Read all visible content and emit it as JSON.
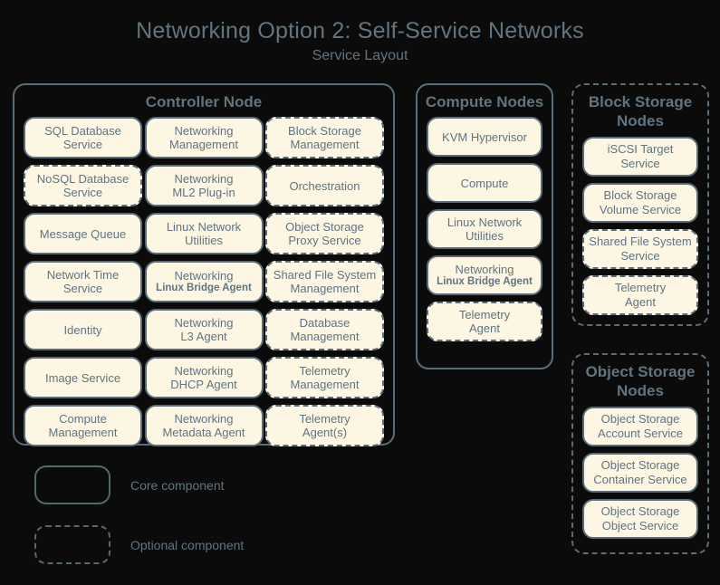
{
  "header": {
    "title": "Networking Option 2: Self-Service Networks",
    "subtitle": "Service Layout"
  },
  "groups": [
    {
      "id": "controller-node",
      "title": "Controller Node",
      "container_style": "solid",
      "services": [
        {
          "l1": "SQL Database",
          "l2": "Service",
          "style": "solid"
        },
        {
          "l1": "Networking",
          "l2": "Management",
          "style": "solid"
        },
        {
          "l1": "Block Storage",
          "l2": "Management",
          "style": "dashed"
        },
        {
          "l1": "NoSQL Database",
          "l2": "Service",
          "style": "dashed"
        },
        {
          "l1": "Networking",
          "l2": "ML2 Plug-in",
          "style": "solid"
        },
        {
          "l1": "Orchestration",
          "l2": "",
          "style": "dashed"
        },
        {
          "l1": "Message Queue",
          "l2": "",
          "style": "solid"
        },
        {
          "l1": "Linux Network",
          "l2": "Utilities",
          "style": "solid"
        },
        {
          "l1": "Object Storage",
          "l2": "Proxy Service",
          "style": "dashed"
        },
        {
          "l1": "Network Time",
          "l2": "Service",
          "style": "solid"
        },
        {
          "l1": "Networking",
          "l2": "Linux Bridge Agent",
          "l2_small": true,
          "style": "solid"
        },
        {
          "l1": "Shared File System",
          "l2": "Management",
          "style": "dashed"
        },
        {
          "l1": "Identity",
          "l2": "",
          "style": "solid"
        },
        {
          "l1": "Networking",
          "l2": "L3 Agent",
          "style": "solid"
        },
        {
          "l1": "Database",
          "l2": "Management",
          "style": "dashed"
        },
        {
          "l1": "Image Service",
          "l2": "",
          "style": "solid"
        },
        {
          "l1": "Networking",
          "l2": "DHCP Agent",
          "style": "solid"
        },
        {
          "l1": "Telemetry",
          "l2": "Management",
          "style": "dashed"
        },
        {
          "l1": "Compute",
          "l2": "Management",
          "style": "solid"
        },
        {
          "l1": "Networking",
          "l2": "Metadata Agent",
          "style": "solid"
        },
        {
          "l1": "Telemetry",
          "l2": "Agent(s)",
          "style": "dashed"
        }
      ]
    },
    {
      "id": "compute-nodes",
      "title": "Compute Nodes",
      "container_style": "solid",
      "services": [
        {
          "l1": "KVM Hypervisor",
          "l2": "",
          "style": "solid"
        },
        {
          "l1": "Compute",
          "l2": "",
          "style": "solid"
        },
        {
          "l1": "Linux Network",
          "l2": "Utilities",
          "style": "solid"
        },
        {
          "l1": "Networking",
          "l2": "Linux Bridge Agent",
          "l2_small": true,
          "style": "solid"
        },
        {
          "l1": "Telemetry",
          "l2": "Agent",
          "style": "dashed"
        }
      ]
    },
    {
      "id": "block-storage-nodes",
      "title": "Block Storage Nodes",
      "container_style": "dashed",
      "services": [
        {
          "l1": "iSCSI Target",
          "l2": "Service",
          "style": "solid"
        },
        {
          "l1": "Block Storage",
          "l2": "Volume Service",
          "style": "solid"
        },
        {
          "l1": "Shared File System",
          "l2": "Service",
          "style": "dashed"
        },
        {
          "l1": "Telemetry",
          "l2": "Agent",
          "style": "dashed"
        }
      ]
    },
    {
      "id": "object-storage-nodes",
      "title": "Object Storage Nodes",
      "container_style": "dashed",
      "services": [
        {
          "l1": "Object Storage",
          "l2": "Account Service",
          "style": "solid"
        },
        {
          "l1": "Object Storage",
          "l2": "Container Service",
          "style": "solid"
        },
        {
          "l1": "Object Storage",
          "l2": "Object Service",
          "style": "solid"
        }
      ]
    }
  ],
  "legend": [
    {
      "label": "Core component",
      "style": "solid"
    },
    {
      "label": "Optional component",
      "style": "dashed"
    }
  ],
  "colors": {
    "background": "#0b0b0b",
    "box_fill": "#fdf6e3",
    "stroke": "#5a6d78",
    "text": "#5f7480"
  }
}
